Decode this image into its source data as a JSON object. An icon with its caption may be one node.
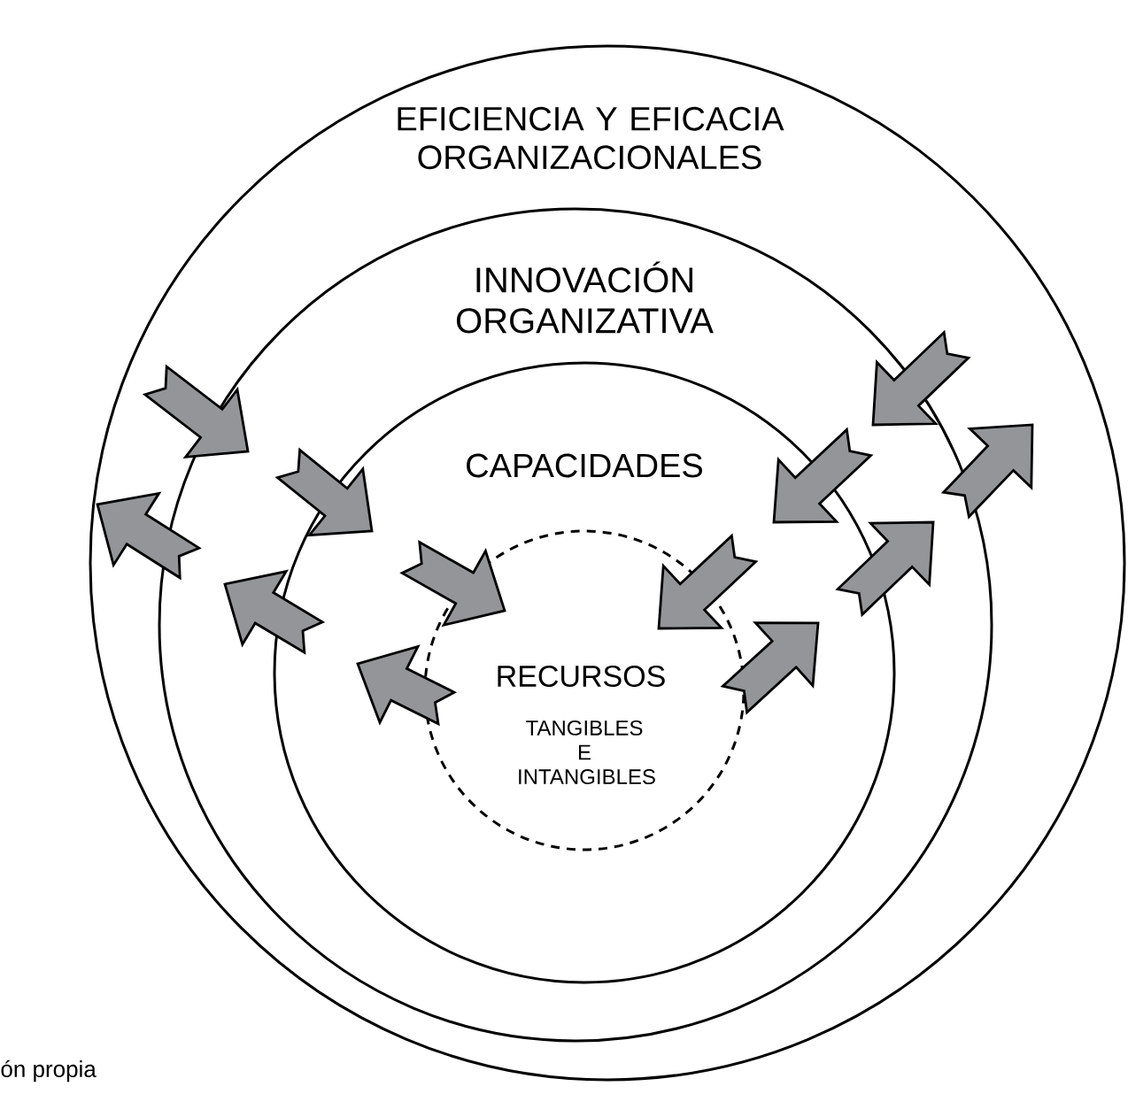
{
  "diagram": {
    "nodes": [
      {
        "text": [
          "EFICIENCIA Y EFICACIA ORGANIZACIONALES"
        ]
      },
      {
        "text": [
          "INNOVACIÓN ORGANIZATIVA"
        ],
        "in": 0
      },
      {
        "text": [
          "CAPACIDADES"
        ],
        "in": 1
      },
      {
        "text": [
          "RECURSOS",
          "TANGIBLES E INTANGIBLES"
        ],
        "in": 2
      }
    ],
    "edges": [
      {
        "from": 0,
        "to": 1,
        "arrow": "to"
      },
      {
        "from": 1,
        "to": 0,
        "arrow": "to"
      },
      {
        "from": 0,
        "to": 1,
        "arrow": "to"
      },
      {
        "from": 1,
        "to": 0,
        "arrow": "to"
      },
      {
        "from": 1,
        "to": 2,
        "arrow": "to"
      },
      {
        "from": 2,
        "to": 1,
        "arrow": "to"
      },
      {
        "from": 1,
        "to": 2,
        "arrow": "to"
      },
      {
        "from": 2,
        "to": 1,
        "arrow": "to"
      },
      {
        "from": 2,
        "to": 3,
        "arrow": "to"
      },
      {
        "from": 3,
        "to": 2,
        "arrow": "to"
      },
      {
        "from": 2,
        "to": 3,
        "arrow": "to"
      },
      {
        "from": 3,
        "to": 2,
        "arrow": "to"
      }
    ],
    "labels": [
      "ón propia"
    ]
  }
}
